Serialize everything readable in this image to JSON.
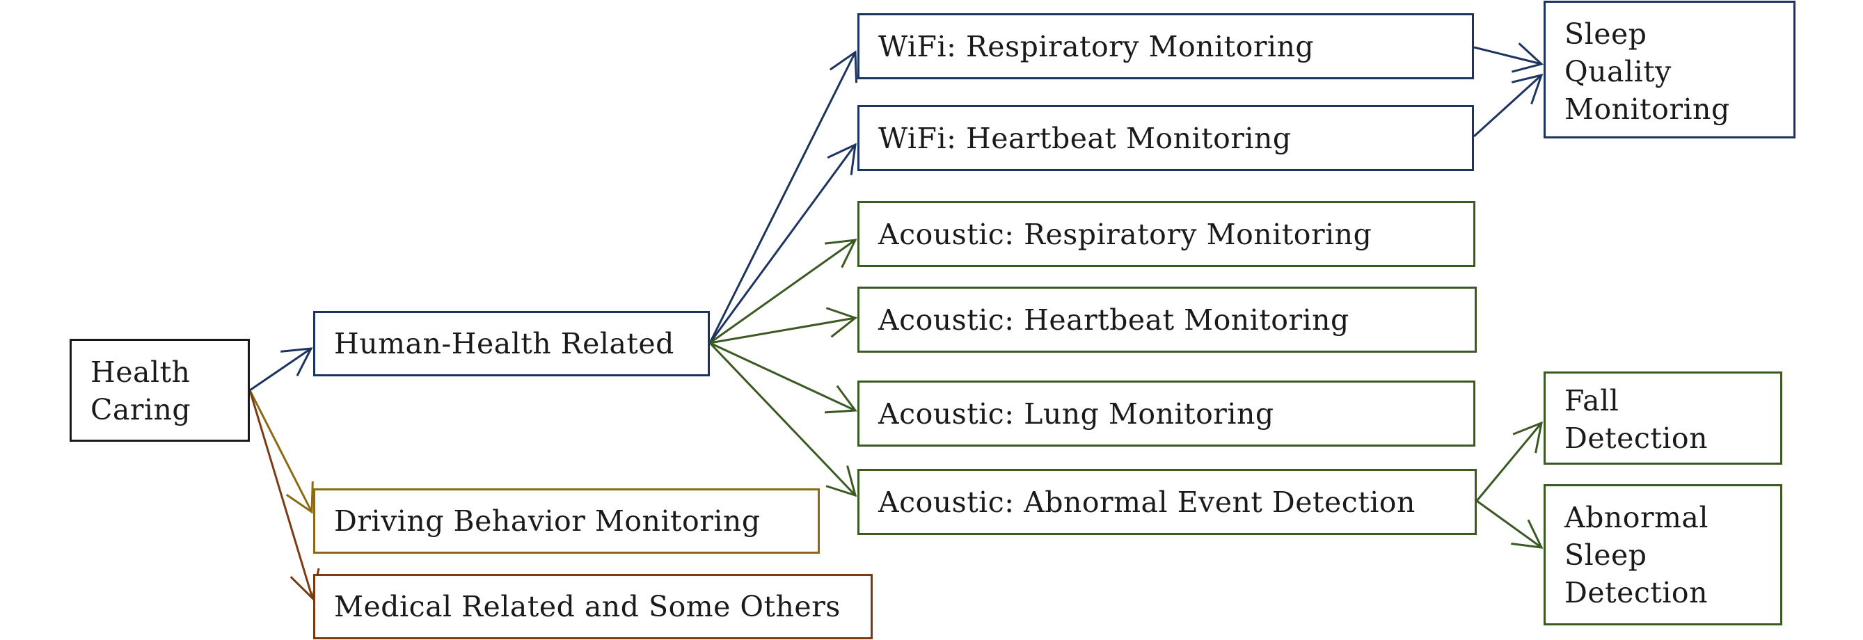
{
  "diagram": {
    "colors": {
      "black": "#1a1a1a",
      "navy": "#1d3461",
      "green": "#3a5a22",
      "olive": "#8a6a12",
      "brown": "#7a3a12"
    },
    "nodes": {
      "health_caring": "Health\nCaring",
      "human_health": "Human-Health Related",
      "driving": "Driving Behavior Monitoring",
      "medical": "Medical Related and Some Others",
      "wifi_resp": "WiFi: Respiratory Monitoring",
      "wifi_heart": "WiFi: Heartbeat Monitoring",
      "acoustic_resp": "Acoustic: Respiratory Monitoring",
      "acoustic_heart": "Acoustic: Heartbeat Monitoring",
      "acoustic_lung": "Acoustic: Lung Monitoring",
      "acoustic_abnormal": "Acoustic: Abnormal Event Detection",
      "sleep_quality": "Sleep\nQuality\nMonitoring",
      "fall_detection": "Fall\nDetection",
      "abnormal_sleep": "Abnormal\nSleep\nDetection"
    },
    "edges": [
      {
        "from": "health_caring",
        "to": "human_health",
        "color": "navy"
      },
      {
        "from": "health_caring",
        "to": "driving",
        "color": "olive"
      },
      {
        "from": "health_caring",
        "to": "medical",
        "color": "brown"
      },
      {
        "from": "human_health",
        "to": "wifi_resp",
        "color": "navy"
      },
      {
        "from": "human_health",
        "to": "wifi_heart",
        "color": "navy"
      },
      {
        "from": "human_health",
        "to": "acoustic_resp",
        "color": "green"
      },
      {
        "from": "human_health",
        "to": "acoustic_heart",
        "color": "green"
      },
      {
        "from": "human_health",
        "to": "acoustic_lung",
        "color": "green"
      },
      {
        "from": "human_health",
        "to": "acoustic_abnormal",
        "color": "green"
      },
      {
        "from": "wifi_resp",
        "to": "sleep_quality",
        "color": "navy"
      },
      {
        "from": "wifi_heart",
        "to": "sleep_quality",
        "color": "navy"
      },
      {
        "from": "acoustic_abnormal",
        "to": "fall_detection",
        "color": "green"
      },
      {
        "from": "acoustic_abnormal",
        "to": "abnormal_sleep",
        "color": "green"
      }
    ]
  }
}
